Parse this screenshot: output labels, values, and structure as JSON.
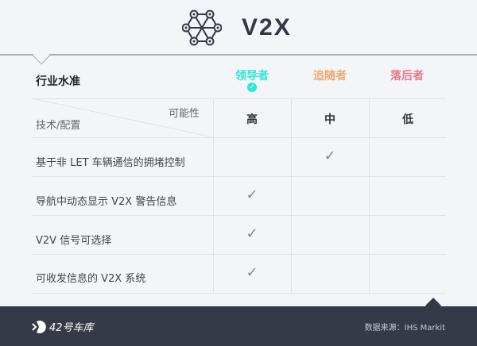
{
  "header": {
    "title": "V2X",
    "icon": "network-hexagon-icon"
  },
  "section_title": "行业水准",
  "levels": [
    {
      "label": "领导者",
      "color": "#2ee6d6",
      "selected": true
    },
    {
      "label": "追随者",
      "color": "#f0a870"
    },
    {
      "label": "落后者",
      "color": "#e8788a"
    }
  ],
  "table": {
    "corner_top": "可能性",
    "corner_bottom": "技术/配置",
    "columns": [
      "高",
      "中",
      "低"
    ],
    "rows": [
      {
        "label": "基于非 LET 车辆通信的拥堵控制",
        "checks": [
          false,
          true,
          false
        ]
      },
      {
        "label": "导航中动态显示 V2X 警告信息",
        "checks": [
          true,
          false,
          false
        ]
      },
      {
        "label": "V2V 信号可选择",
        "checks": [
          true,
          false,
          false
        ]
      },
      {
        "label": "可收发信息的 V2X 系统",
        "checks": [
          true,
          false,
          false
        ]
      }
    ]
  },
  "footer": {
    "brand": "42号车库",
    "source": "数据来源：IHS Markit"
  }
}
